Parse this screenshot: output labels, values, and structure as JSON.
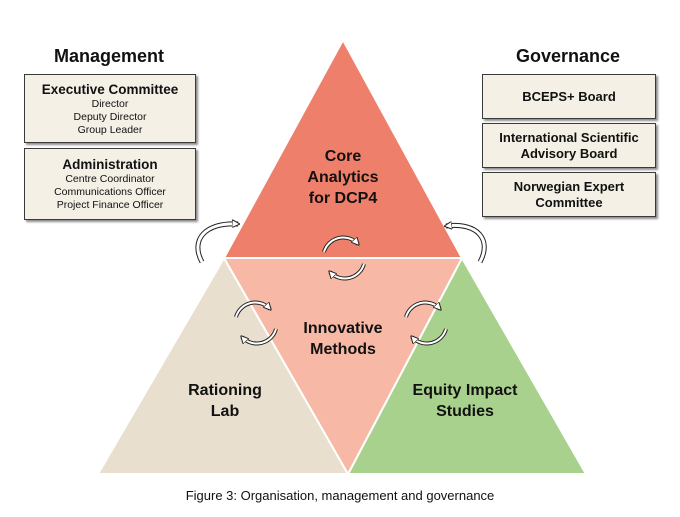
{
  "management": {
    "title": "Management",
    "executive": {
      "head": "Executive Committee",
      "items": [
        "Director",
        "Deputy Director",
        "Group Leader"
      ]
    },
    "administration": {
      "head": "Administration",
      "items": [
        "Centre Coordinator",
        "Communications Officer",
        "Project Finance Officer"
      ]
    }
  },
  "governance": {
    "title": "Governance",
    "boxes": [
      {
        "lines": [
          "BCEPS+ Board"
        ]
      },
      {
        "lines": [
          "International Scientific",
          "Advisory Board"
        ]
      },
      {
        "lines": [
          "Norwegian Expert",
          "Committee"
        ]
      }
    ]
  },
  "triangles": {
    "top": {
      "lines": [
        "Core",
        "Analytics",
        "for DCP4"
      ],
      "color": "#ee7f6b"
    },
    "middle": {
      "lines": [
        "Innovative",
        "Methods"
      ],
      "color": "#f7b8a5"
    },
    "left": {
      "lines": [
        "Rationing",
        "Lab"
      ],
      "color": "#e8dfcf"
    },
    "right": {
      "lines": [
        "Equity Impact",
        "Studies"
      ],
      "color": "#a9d18e"
    }
  },
  "icons": {
    "cycle": "circular-arrows-icon",
    "curved": "curved-arrow-icon"
  },
  "caption": "Figure 3: Organisation, management and governance"
}
